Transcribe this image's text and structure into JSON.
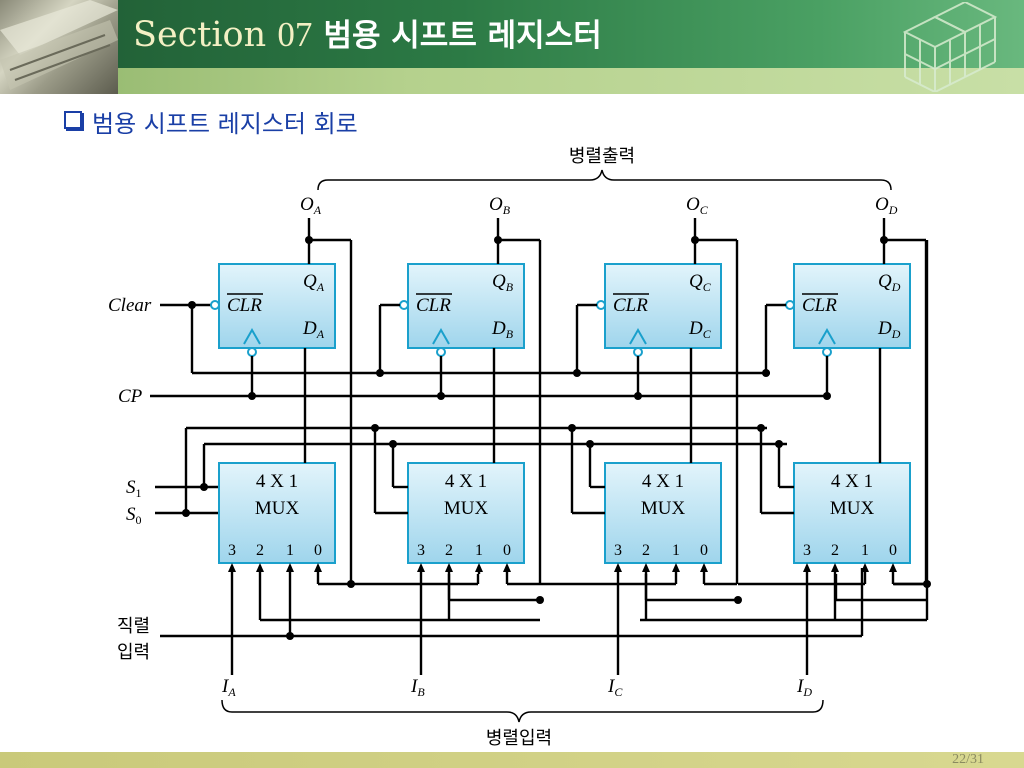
{
  "header": {
    "title_section": "Section",
    "title_number": "07",
    "title_korean": "범용 시프트 레지스터"
  },
  "subtitle": "범용 시프트 레지스터 회로",
  "diagram": {
    "parallel_output_label": "병렬출력",
    "parallel_input_label": "병렬입력",
    "serial_input_label_1": "직렬",
    "serial_input_label_2": "입력",
    "clear_label": "Clear",
    "cp_label": "CP",
    "s1_label": "S",
    "s1_sub": "1",
    "s0_label": "S",
    "s0_sub": "0",
    "clr_text": "CLR",
    "mux_line1": "4 X 1",
    "mux_line2": "MUX",
    "mux_inputs": [
      "3",
      "2",
      "1",
      "0"
    ],
    "stages": [
      {
        "out": "O",
        "sub": "A",
        "q": "Q",
        "d": "D",
        "in": "I"
      },
      {
        "out": "O",
        "sub": "B",
        "q": "Q",
        "d": "D",
        "in": "I"
      },
      {
        "out": "O",
        "sub": "C",
        "q": "Q",
        "d": "D",
        "in": "I"
      },
      {
        "out": "O",
        "sub": "D",
        "q": "Q",
        "d": "D",
        "in": "I"
      }
    ]
  },
  "footer": {
    "page": "22/31"
  },
  "colors": {
    "header_green": "#2c7a45",
    "accent_blue": "#1a3fa6",
    "block_border": "#1aa0cc"
  }
}
